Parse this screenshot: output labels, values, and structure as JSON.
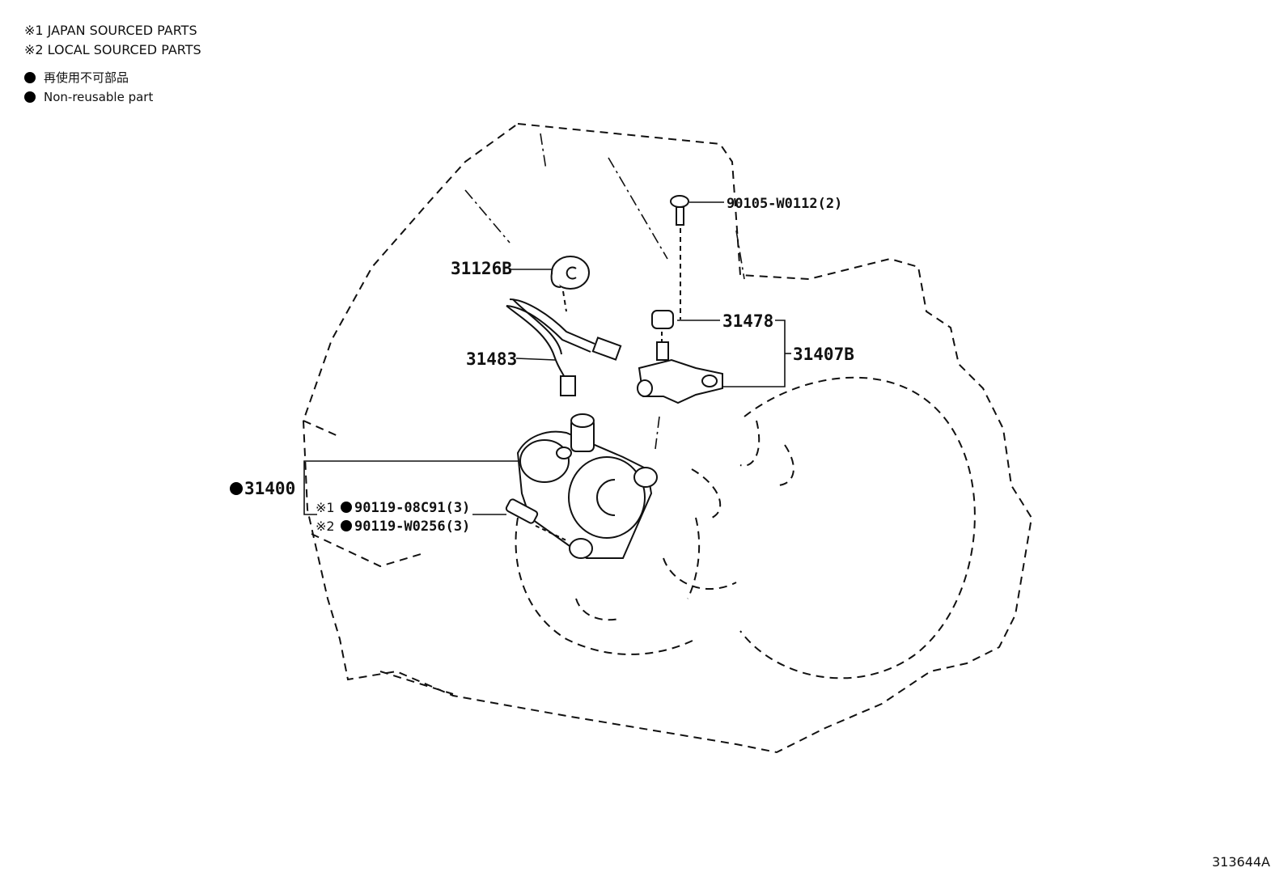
{
  "legend": {
    "japan": "※1 JAPAN SOURCED PARTS",
    "local": "※2 LOCAL SOURCED PARTS",
    "non_reusable_jp": "再使用不可部品",
    "non_reusable_en": "Non-reusable part"
  },
  "parts": {
    "bolt_top": "90105-W0112(2)",
    "plug": "31126B",
    "bleeder_cap": "31478",
    "bracket_assy": "31407B",
    "hose": "31483",
    "release_cylinder": "31400",
    "bolt_jp_mark": "※1",
    "bolt_jp": "90119-08C91(3)",
    "bolt_local_mark": "※2",
    "bolt_local": "90119-W0256(3)"
  },
  "diagram_code": "313644A",
  "colors": {
    "ink": "#111111",
    "background": "#ffffff"
  }
}
